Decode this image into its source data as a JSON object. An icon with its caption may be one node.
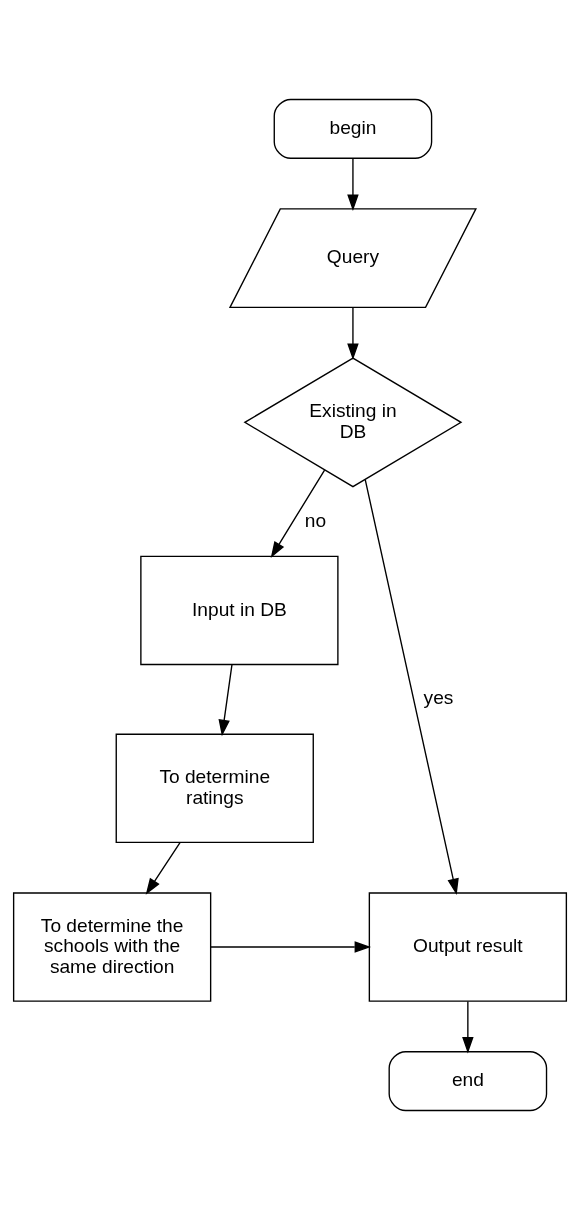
{
  "diagram": {
    "nodes": [
      {
        "text": [
          "begin"
        ]
      },
      {
        "text": [
          "Query"
        ]
      },
      {
        "text": [
          "Existing in DB"
        ]
      },
      {
        "text": [
          "Input in DB"
        ]
      },
      {
        "text": [
          "To determine ratings"
        ]
      },
      {
        "text": [
          "To determine the schools with the same direction"
        ]
      },
      {
        "text": [
          "Output result"
        ]
      },
      {
        "text": [
          "end"
        ]
      }
    ],
    "edges": [
      {
        "from": 0,
        "to": 1,
        "arrow": "to"
      },
      {
        "from": 1,
        "to": 2,
        "arrow": "to"
      },
      {
        "from": 2,
        "to": 3,
        "arrow": "to",
        "label": "no"
      },
      {
        "from": 2,
        "to": 6,
        "arrow": "to",
        "label": "yes"
      },
      {
        "from": 3,
        "to": 4,
        "arrow": "to"
      },
      {
        "from": 4,
        "to": 5,
        "arrow": "to"
      },
      {
        "from": 5,
        "to": 6,
        "arrow": "to"
      },
      {
        "from": 6,
        "to": 7,
        "arrow": "to"
      }
    ]
  }
}
